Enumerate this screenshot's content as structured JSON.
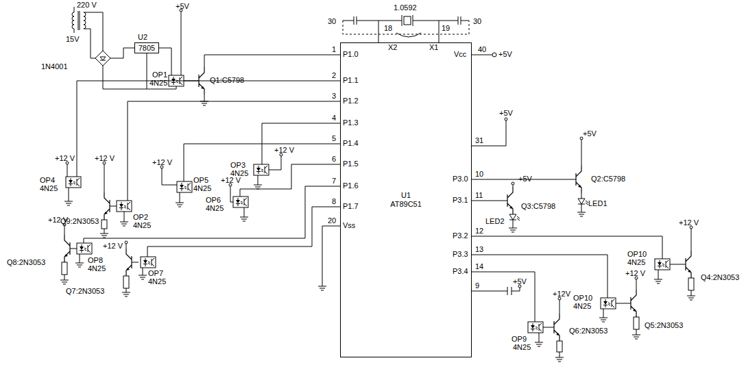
{
  "diagram": {
    "nodes": [
      {
        "text": [
          "U1",
          "AT89C51"
        ]
      },
      {
        "text": [
          "U2",
          "7805"
        ]
      }
    ],
    "labels": [
      "220 V",
      "15V",
      "1N4001",
      "+5V",
      "OP1",
      "4N25",
      "Q1:C5798",
      "1.0592",
      "30",
      "30",
      "18",
      "19",
      "X2",
      "X1",
      "Vcc",
      "40",
      "+5V",
      "1",
      "P1.0",
      "2",
      "P1.1",
      "3",
      "P1.2",
      "4",
      "P1.3",
      "5",
      "P1.4",
      "6",
      "P1.5",
      "7",
      "P1.6",
      "8",
      "P1.7",
      "20",
      "Vss",
      "31",
      "+5V",
      "10",
      "P3.0",
      "11",
      "P3.1",
      "12",
      "P3.2",
      "13",
      "P3.3",
      "14",
      "P3.4",
      "9",
      "+12 V",
      "OP4",
      "4N25",
      "+12 V",
      "Q9:2N3053",
      "OP2",
      "4N25",
      "+12 V",
      "OP3",
      "4N25",
      "+12 V",
      "OP5",
      "4N25",
      "+12 V",
      "OP6",
      "4N25",
      "+12 V",
      "Q8:2N3053",
      "OP8",
      "4N25",
      "+12 V",
      "Q7:2N3053",
      "OP7",
      "4N25",
      "+5V",
      "Q2:C5798",
      "LED1",
      "+5V",
      "Q3:C5798",
      "LED2",
      "+12 V",
      "OP10",
      "4N25",
      "Q4:2N3053",
      "Q5:2N3053",
      "+12 V",
      "OP10",
      "4N25",
      "+12V",
      "+5V",
      "OP9",
      "4N25",
      "Q6:2N3053"
    ]
  }
}
